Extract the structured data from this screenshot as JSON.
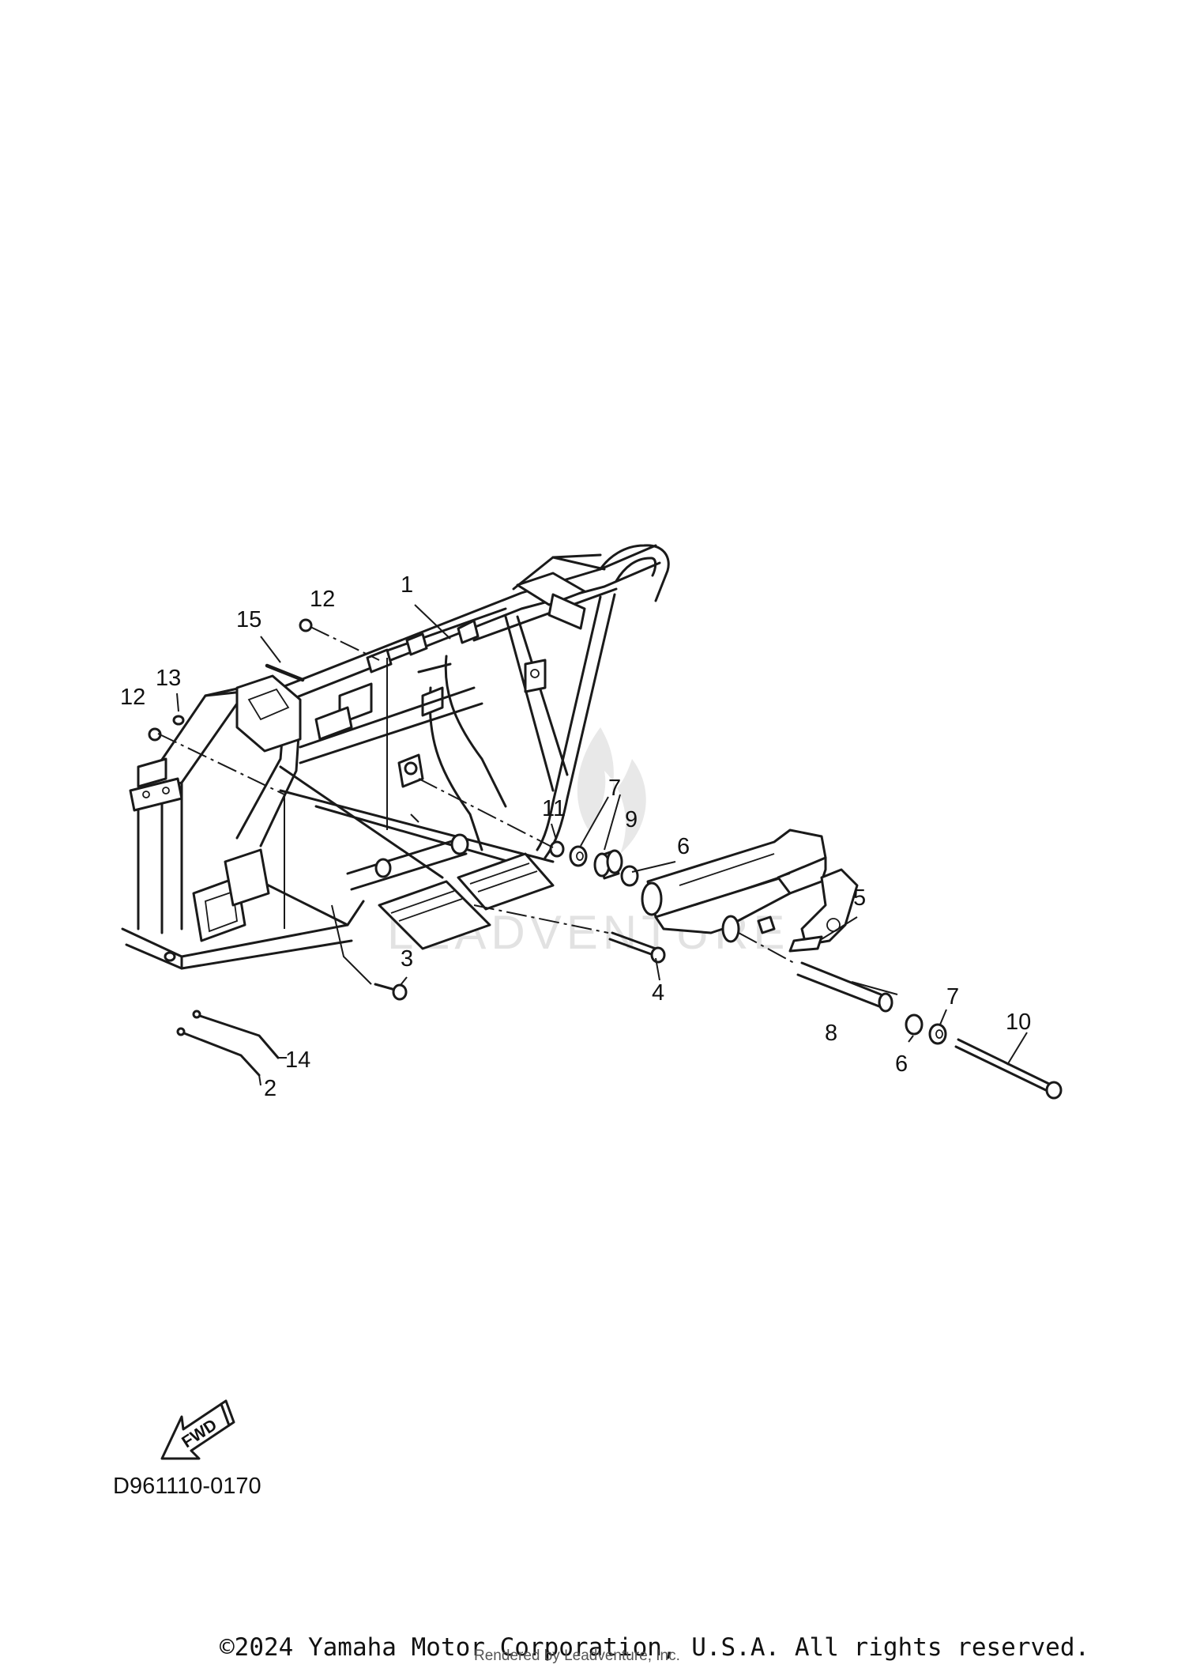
{
  "diagram_code": "D961110-0170",
  "fwd_label": "FWD",
  "copyright": "©2024 Yamaha Motor Corporation, U.S.A. All rights reserved.",
  "rendered_by": "Rendered by Leadventure, Inc.",
  "watermark": "LEADVENTURE",
  "callouts": {
    "c1": "1",
    "c2": "2",
    "c3": "3",
    "c4": "4",
    "c5": "5",
    "c6a": "6",
    "c6b": "6",
    "c7a": "7",
    "c7b": "7",
    "c8": "8",
    "c9": "9",
    "c10": "10",
    "c11": "11",
    "c12a": "12",
    "c12b": "12",
    "c13": "13",
    "c14": "14",
    "c15": "15"
  }
}
